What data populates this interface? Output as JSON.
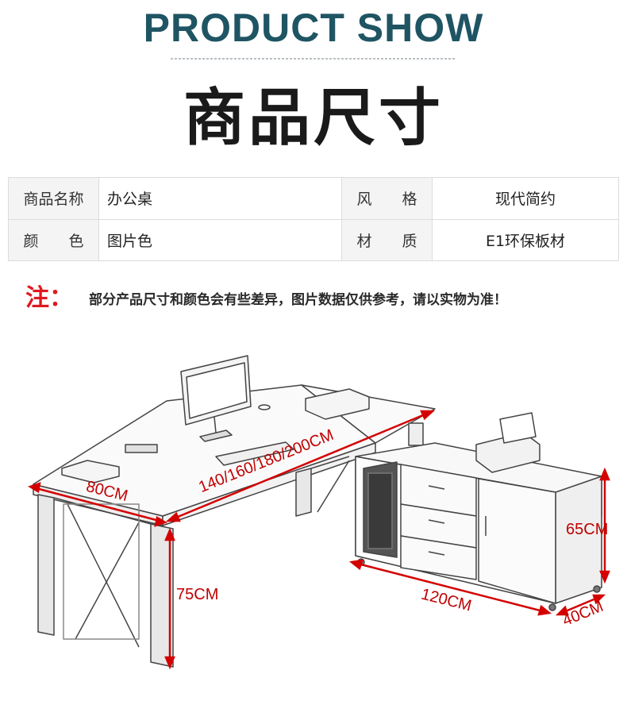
{
  "header": {
    "title": "PRODUCT SHOW",
    "subtitle": "商品尺寸"
  },
  "specs": {
    "rows": [
      {
        "label1": "商品名称",
        "value1": "办公桌",
        "label2": "风　　格",
        "value2": "现代简约"
      },
      {
        "label1": "颜　　色",
        "value1": "图片色",
        "label2": "材　　质",
        "value2": "E1环保板材"
      }
    ]
  },
  "note": {
    "heading": "注：",
    "text": "部分产品尺寸和颜色会有些差异，图片数据仅供参考，请以实物为准！"
  },
  "dimensions": {
    "depth": "80CM",
    "length": "140/160/180/200CM",
    "height": "75CM",
    "cabinet_height": "65CM",
    "cabinet_length": "120CM",
    "cabinet_depth": "40CM"
  },
  "colors": {
    "title": "#1f5463",
    "accent": "#e0191f",
    "dimension_line": "#d40000"
  }
}
